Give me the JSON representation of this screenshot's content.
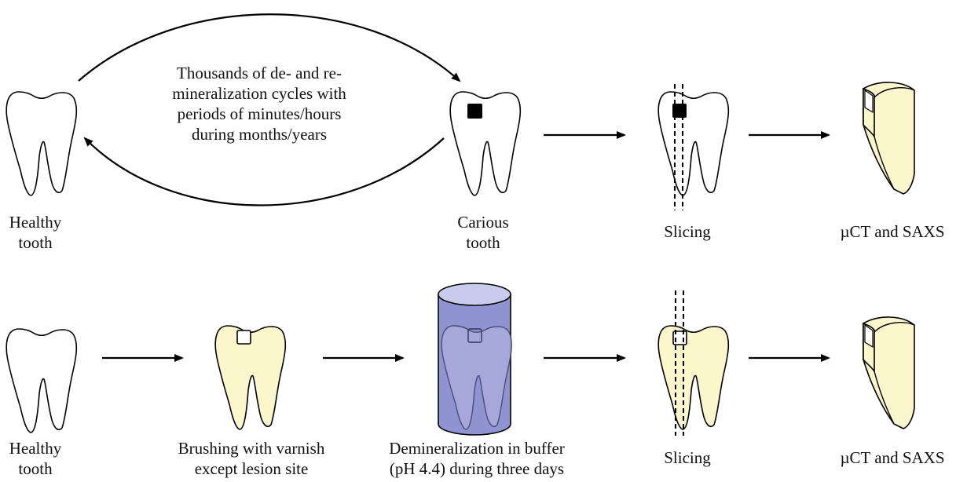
{
  "colors": {
    "stroke": "#000000",
    "tooth_white": "#ffffff",
    "tooth_yellow": "#fbf6cc",
    "beaker_fill": "#8f93cf",
    "beaker_top": "#c9cbec",
    "lesion_dark": "#000000"
  },
  "top_row": {
    "healthy_label": "Healthy\ntooth",
    "cycle_text": "Thousands of de- and re-\nmineralization cycles with\nperiods of minutes/hours\nduring months/years",
    "carious_label": "Carious\ntooth",
    "slicing_label": "Slicing",
    "analysis_label": "µCT and SAXS"
  },
  "bottom_row": {
    "healthy_label": "Healthy\ntooth",
    "brushing_label": "Brushing with varnish\nexcept lesion site",
    "demin_label": "Demineralization in buffer\n(pH 4.4) during three days",
    "slicing_label": "Slicing",
    "analysis_label": "µCT and SAXS"
  }
}
